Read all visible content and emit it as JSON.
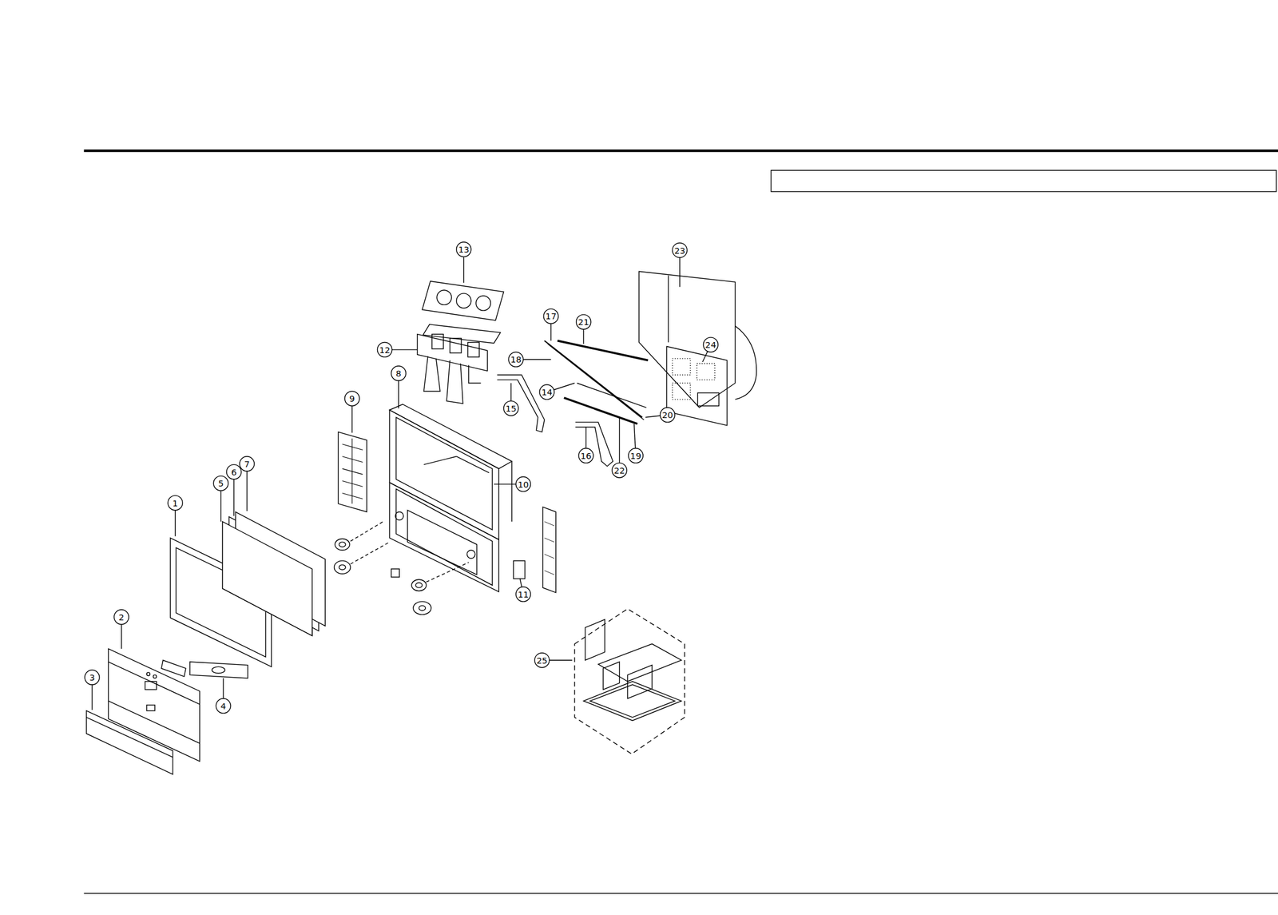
{
  "diagram": {
    "labels": [
      "1",
      "2",
      "3",
      "4",
      "5",
      "6",
      "7",
      "8",
      "9",
      "10",
      "11",
      "12",
      "13",
      "14",
      "15",
      "16",
      "17",
      "18",
      "19",
      "20",
      "21",
      "22",
      "23",
      "24",
      "25"
    ]
  }
}
